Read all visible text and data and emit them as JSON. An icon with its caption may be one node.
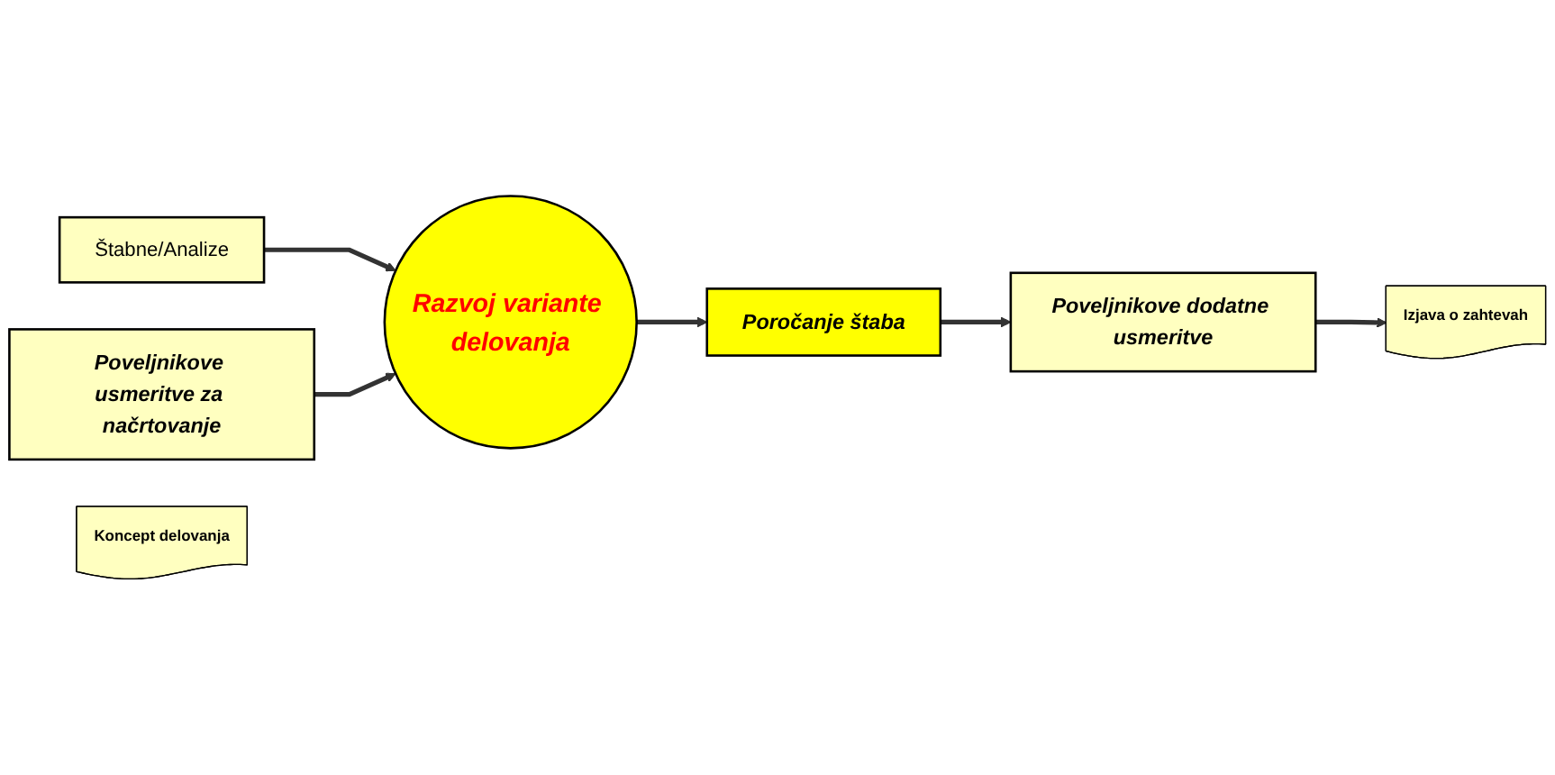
{
  "diagram": {
    "nodes": [
      {
        "text": [
          "Štabne/Analize"
        ]
      },
      {
        "text": [
          "Poveljnikove usmeritve za načrtovanje"
        ]
      },
      {
        "text": [
          "Razvoj variante delovanja"
        ]
      },
      {
        "text": [
          "Poročanje štaba"
        ]
      },
      {
        "text": [
          "Poveljnikove dodatne usmeritve"
        ]
      },
      {
        "text": [
          "Koncept delovanja"
        ]
      },
      {
        "text": [
          "Izjava o zahtevah"
        ]
      }
    ],
    "edges": [
      {
        "from": 0,
        "to": 2,
        "arrow": "to"
      },
      {
        "from": 1,
        "to": 2,
        "arrow": "to"
      },
      {
        "from": 2,
        "to": 3,
        "arrow": "to"
      },
      {
        "from": 3,
        "to": 4,
        "arrow": "to"
      },
      {
        "from": 4,
        "to": 6,
        "arrow": "to"
      }
    ]
  }
}
